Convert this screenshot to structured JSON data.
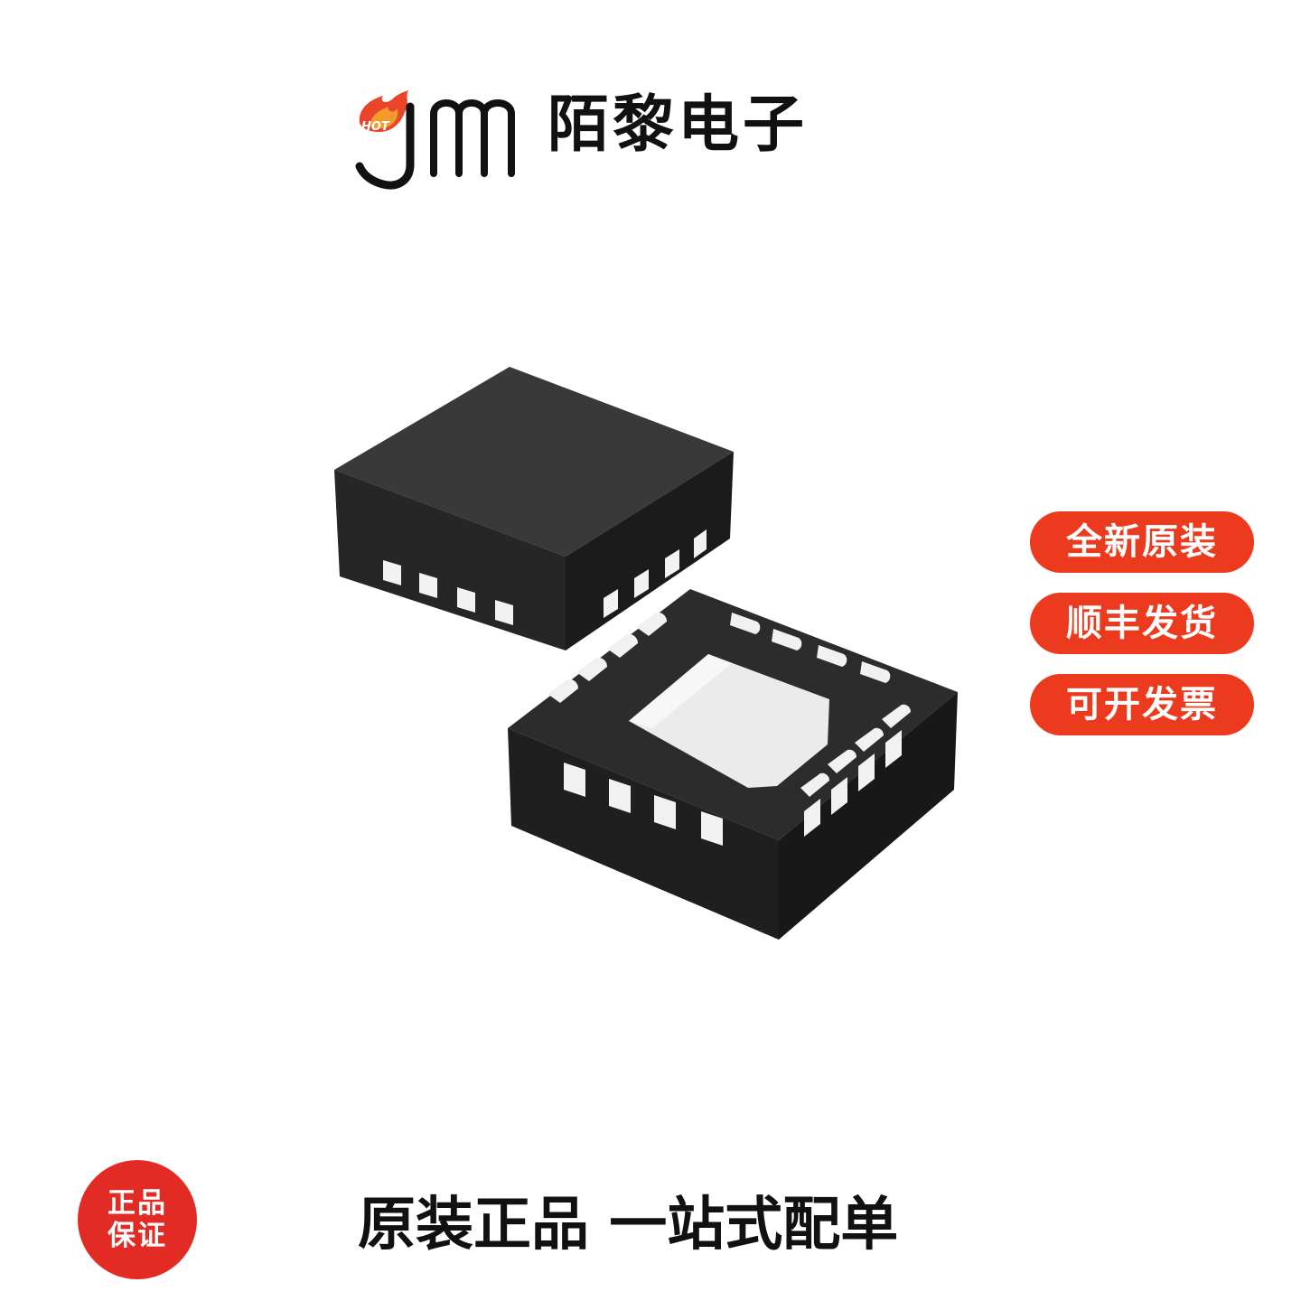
{
  "header": {
    "logo_badge_text": "HOT",
    "brand_name": "陌黎电子"
  },
  "product_image": {
    "description_icon": "qfn-16-chip-icon",
    "colors": {
      "body": "#2a2a2a",
      "pads": "#f2f2f2"
    }
  },
  "badges": [
    {
      "label": "全新原装"
    },
    {
      "label": "顺丰发货"
    },
    {
      "label": "可开发票"
    }
  ],
  "footer": {
    "seal_text": "正品保证",
    "slogan": "原装正品 一站式配单"
  },
  "colors": {
    "accent": "#ec3a1f",
    "seal": "#e12b24",
    "text": "#111111",
    "background": "#ffffff"
  }
}
